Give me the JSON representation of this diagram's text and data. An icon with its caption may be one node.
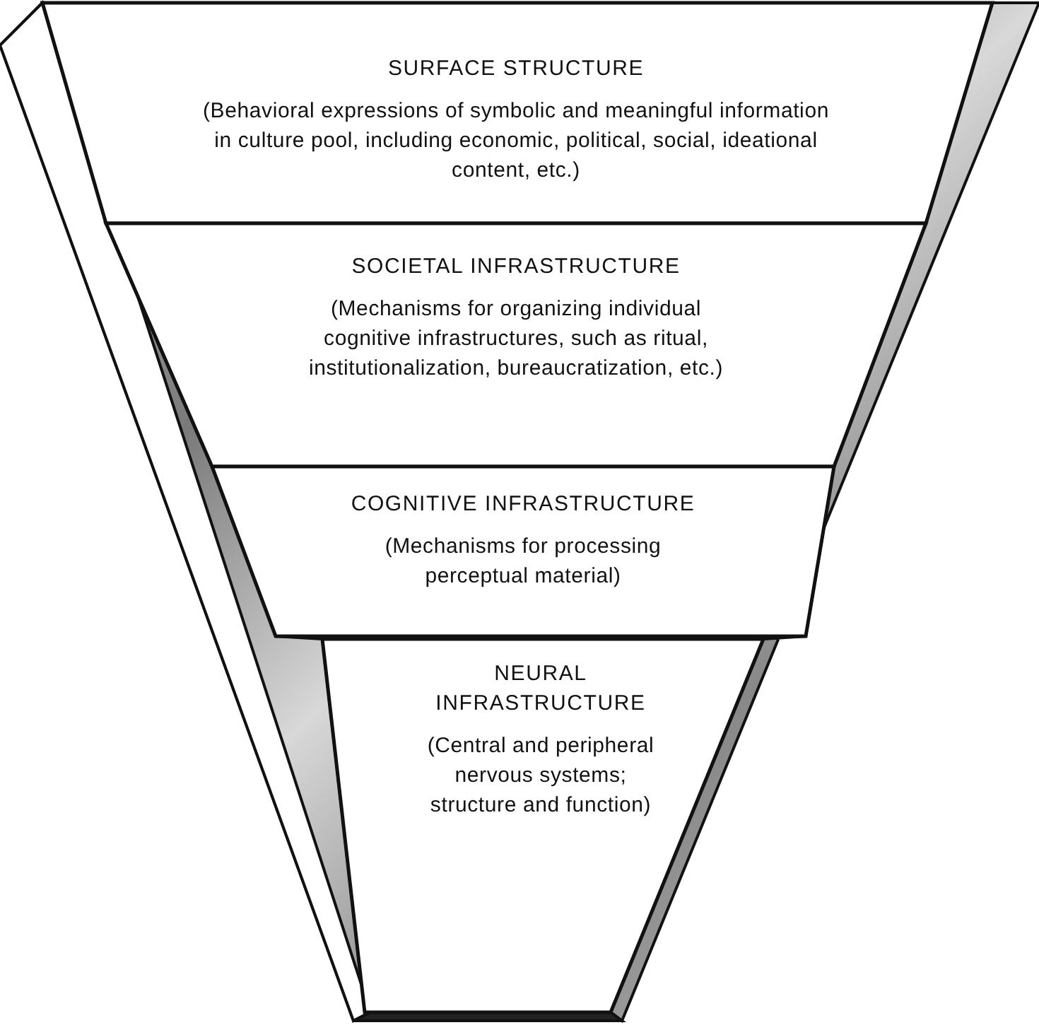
{
  "diagram": {
    "nodes": [
      {
        "text": [
          "SURFACE STRUCTURE",
          "(Behavioral expressions of symbolic and meaningful information in culture pool, including economic, political, social, ideational content, etc.)"
        ]
      },
      {
        "text": [
          "SOCIETAL INFRASTRUCTURE",
          "(Mechanisms for organizing individual cognitive infrastructures, such as ritual, institutionalization, bureaucratization, etc.)"
        ]
      },
      {
        "text": [
          "COGNITIVE INFRASTRUCTURE",
          "(Mechanisms for processing perceptual material)"
        ]
      },
      {
        "text": [
          "NEURAL INFRASTRUCTURE",
          "(Central and peripheral nervous systems; structure and function)"
        ]
      }
    ]
  }
}
